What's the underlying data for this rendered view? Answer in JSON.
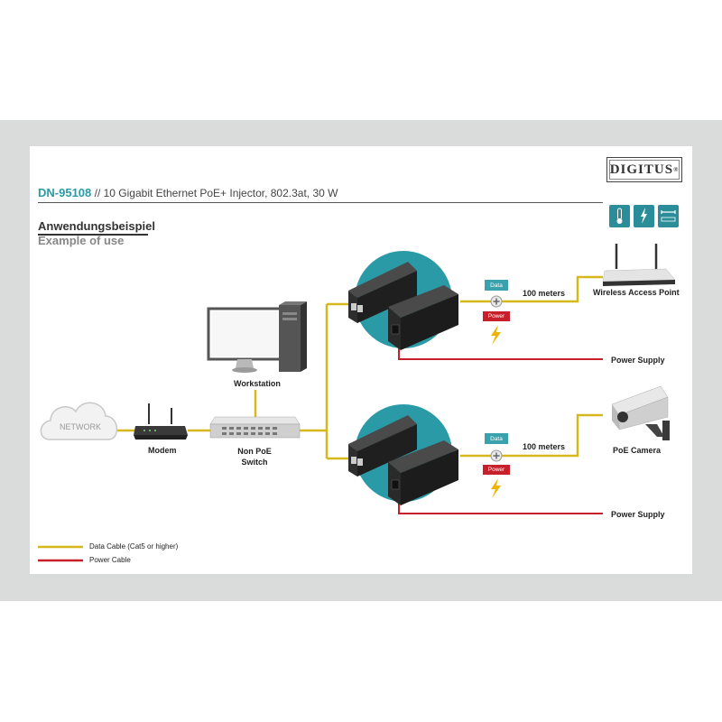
{
  "brand": {
    "logo": "DIGITUS",
    "registered": "®"
  },
  "header": {
    "model": "DN-95108",
    "separator": "//",
    "description": "10 Gigabit Ethernet PoE+ Injector, 802.3at, 30 W"
  },
  "section": {
    "title_de": "Anwendungsbeispiel",
    "title_en": "Example of use"
  },
  "badges": [
    {
      "icon": "temperature-range-icon"
    },
    {
      "icon": "poe-plus-icon"
    },
    {
      "icon": "distance-icon"
    }
  ],
  "nodes": {
    "network": "NETWORK",
    "modem": "Modem",
    "switch": "Non PoE\nSwitch",
    "workstation": "Workstation",
    "access_point": "Wireless Access Point",
    "camera": "PoE Camera",
    "power_supply_top": "Power Supply",
    "power_supply_bottom": "Power Supply"
  },
  "links": {
    "top": {
      "data_tag": "Data",
      "power_tag": "Power",
      "distance": "100 meters"
    },
    "bottom": {
      "data_tag": "Data",
      "power_tag": "Power",
      "distance": "100 meters"
    }
  },
  "legend": [
    {
      "color": "#d6b81c",
      "label": "Data Cable (Cat5 or higher)"
    },
    {
      "color": "#c8202a",
      "label": "Power Cable"
    }
  ],
  "colors": {
    "accent": "#2a9ba6",
    "data_cable": "#d6b81c",
    "power_cable": "#c8202a",
    "data_tag": "#3aa2ad",
    "power_tag": "#c8202a"
  }
}
